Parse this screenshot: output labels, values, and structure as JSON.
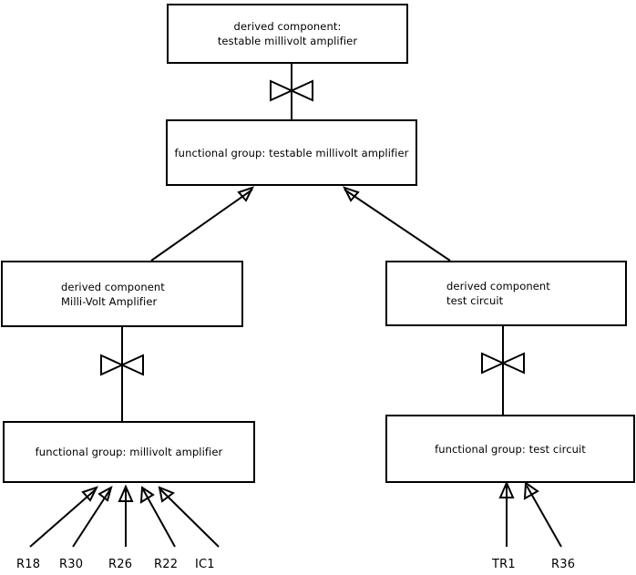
{
  "diagram": {
    "type": "block-hierarchy-diagram",
    "background_color": "#ffffff",
    "line_color": "#000000",
    "nodes": [
      {
        "id": "derived-testable-millivolt-amplifier",
        "label": "derived component:\n testable millivolt amplifier",
        "kind": "derived-component"
      },
      {
        "id": "fg-testable-millivolt-amplifier",
        "label": "functional group: testable millivolt amplifier",
        "kind": "functional-group"
      },
      {
        "id": "derived-milli-volt-amplifier",
        "label": "derived component\nMilli-Volt Amplifier",
        "kind": "derived-component"
      },
      {
        "id": "derived-test-circuit",
        "label": "derived component\ntest circuit",
        "kind": "derived-component"
      },
      {
        "id": "fg-millivolt-amplifier",
        "label": "functional group: millivolt amplifier",
        "kind": "functional-group"
      },
      {
        "id": "fg-test-circuit",
        "label": "functional group: test circuit",
        "kind": "functional-group"
      }
    ],
    "leaf_labels_left": [
      {
        "id": "r18",
        "label": "R18"
      },
      {
        "id": "r30",
        "label": "R30"
      },
      {
        "id": "r26",
        "label": "R26"
      },
      {
        "id": "r22",
        "label": "R22"
      },
      {
        "id": "ic1",
        "label": "IC1"
      }
    ],
    "leaf_labels_right": [
      {
        "id": "tr1",
        "label": "TR1"
      },
      {
        "id": "r36",
        "label": "R36"
      }
    ],
    "connectors": [
      {
        "id": "bowtie-top",
        "kind": "bowtie-icon"
      },
      {
        "id": "bowtie-left",
        "kind": "bowtie-icon"
      },
      {
        "id": "bowtie-right",
        "kind": "bowtie-icon"
      }
    ]
  }
}
